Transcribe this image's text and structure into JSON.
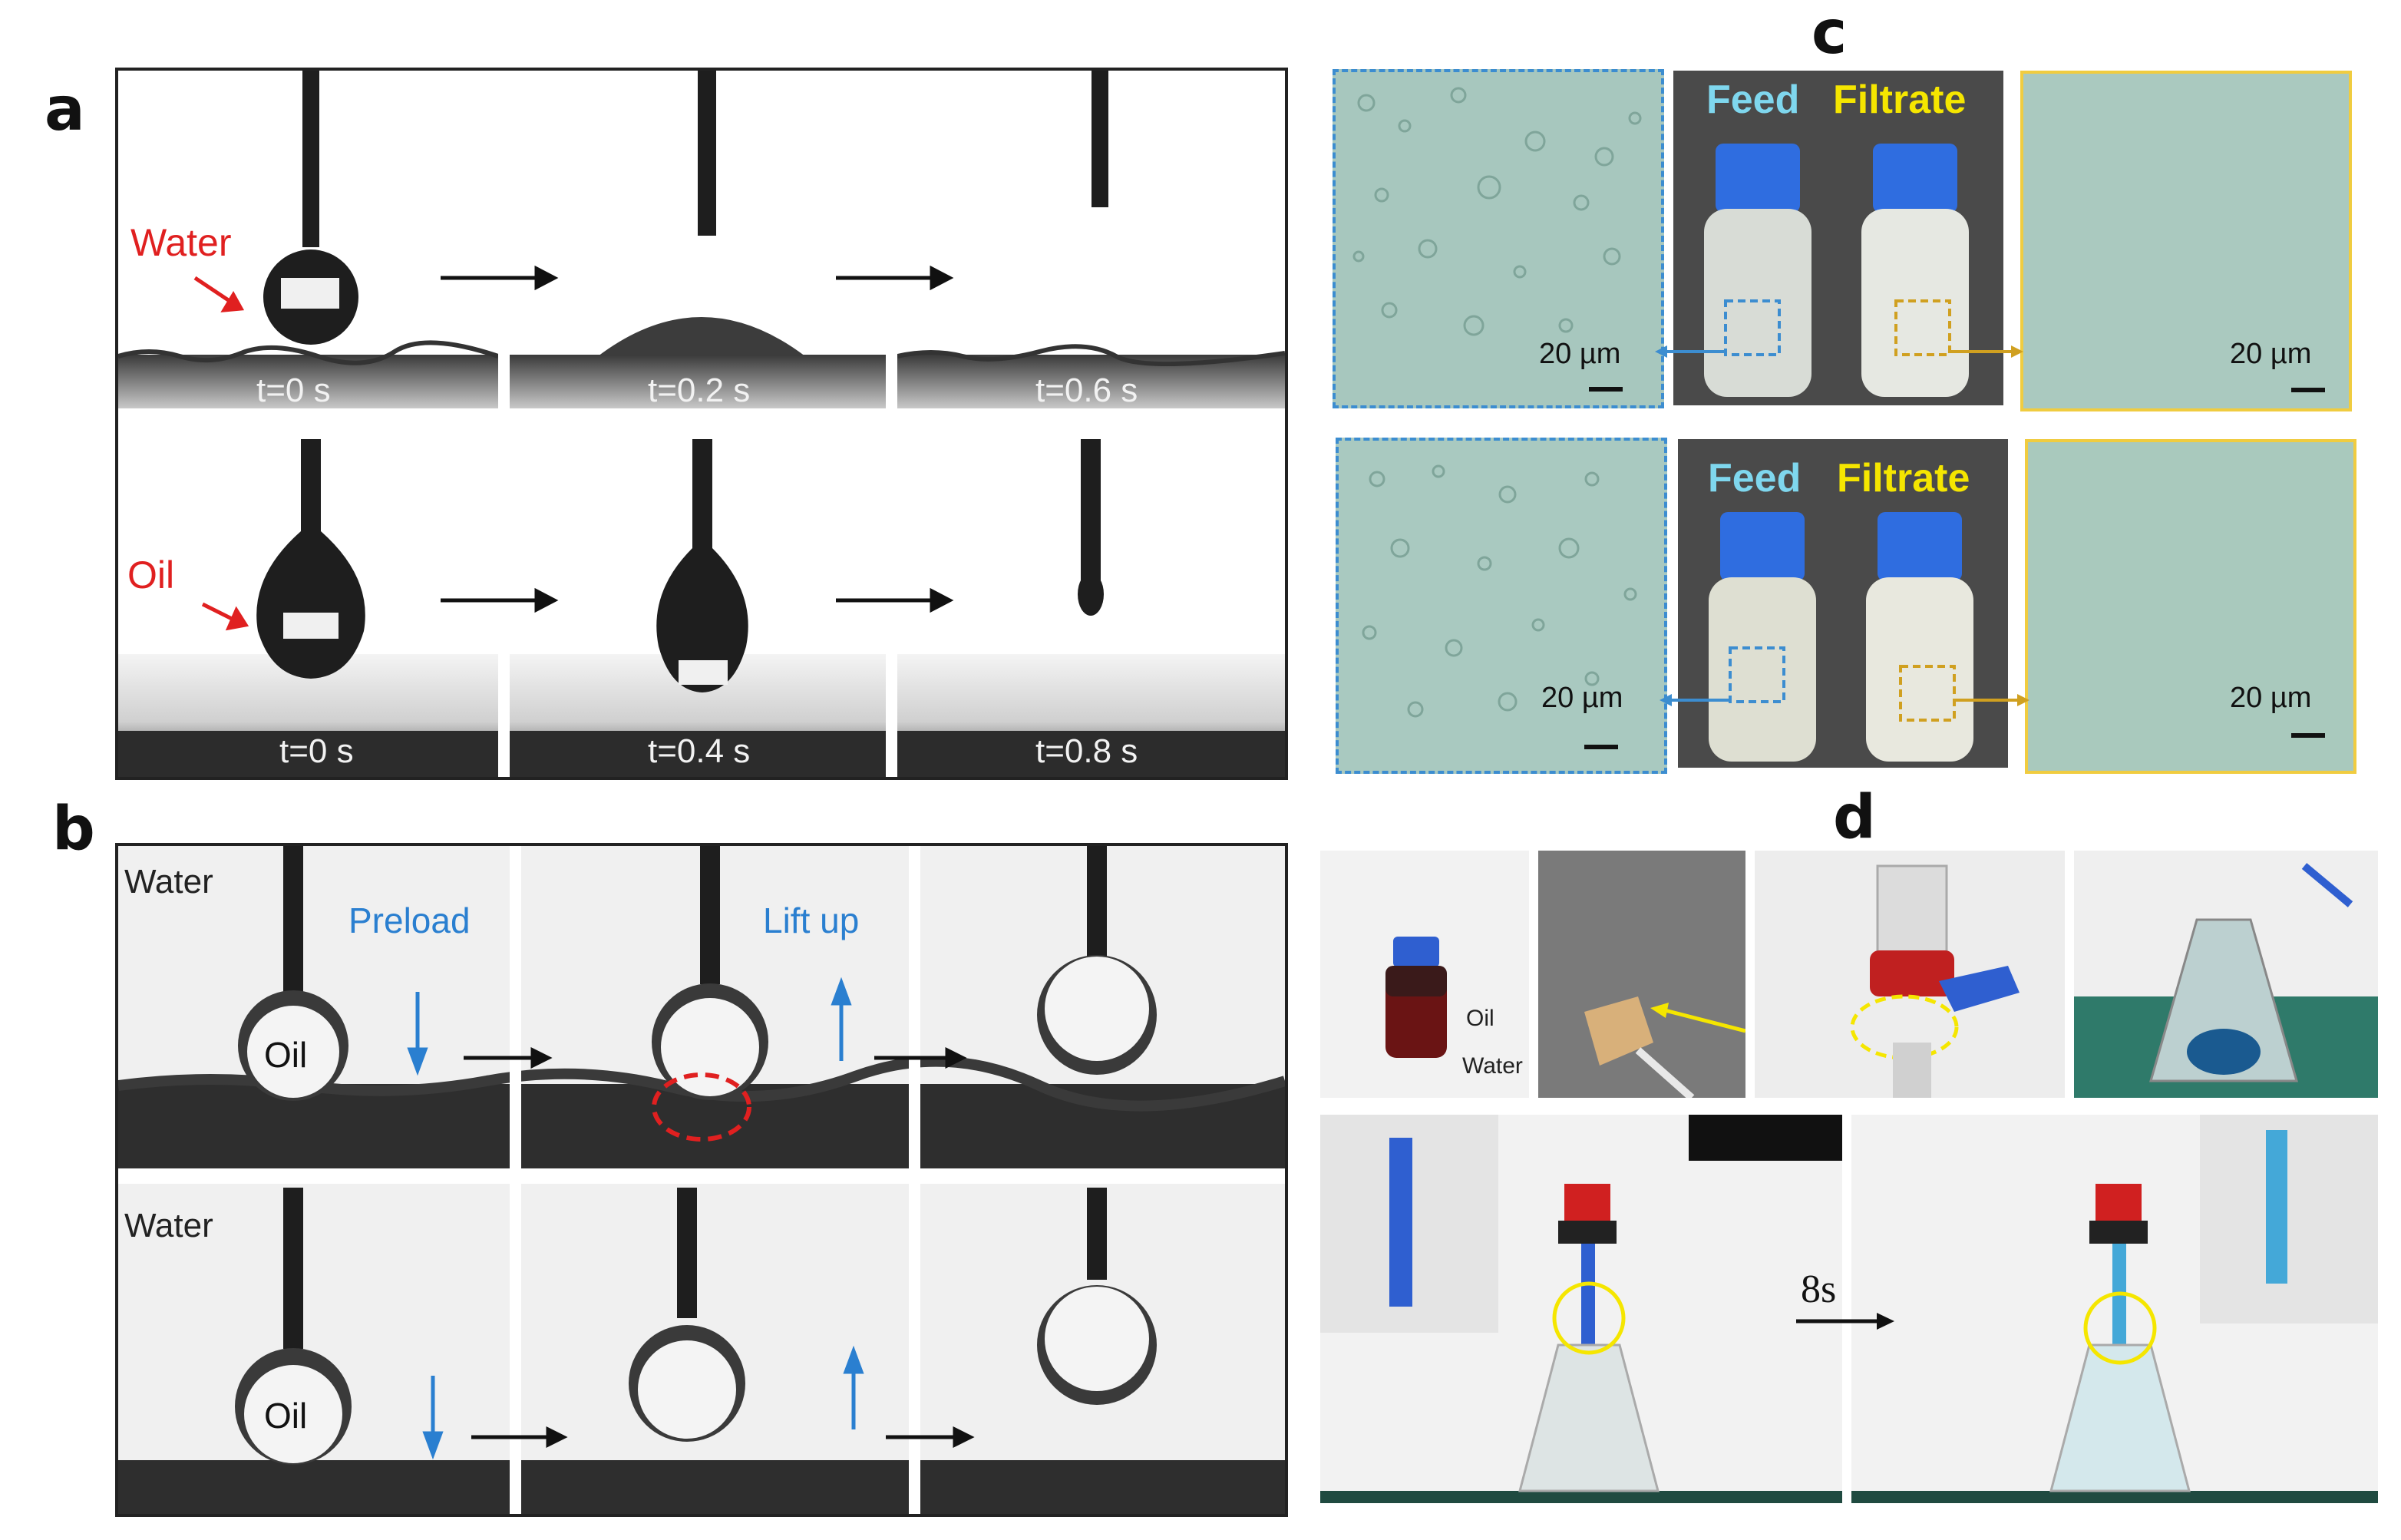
{
  "panel_labels": {
    "a": "a",
    "b": "b",
    "c": "c",
    "d": "d"
  },
  "panel_a": {
    "row1": {
      "label": "Water",
      "times": [
        "t=0 s",
        "t=0.2 s",
        "t=0.6 s"
      ]
    },
    "row2": {
      "label": "Oil",
      "times": [
        "t=0 s",
        "t=0.4 s",
        "t=0.8 s"
      ]
    }
  },
  "panel_b": {
    "row1": {
      "medium": "Water",
      "drop": "Oil",
      "step1": "Preload",
      "step2": "Lift up"
    },
    "row2": {
      "medium": "Water",
      "drop": "Oil"
    }
  },
  "panel_c": {
    "row1": {
      "feed": "Feed",
      "filtrate": "Filtrate",
      "scale_left": "20 µm",
      "scale_right": "20 µm"
    },
    "row2": {
      "feed": "Feed",
      "filtrate": "Filtrate",
      "scale_left": "20 µm",
      "scale_right": "20 µm"
    }
  },
  "panel_d": {
    "bottle_labels": {
      "oil": "Oil",
      "water": "Water"
    },
    "time_label": "8s"
  },
  "colors": {
    "red_label": "#e02020",
    "blue_label": "#2a7fd0",
    "feed": "#7fd7ee",
    "filtrate": "#f5e600",
    "yellow": "#ffe000"
  }
}
